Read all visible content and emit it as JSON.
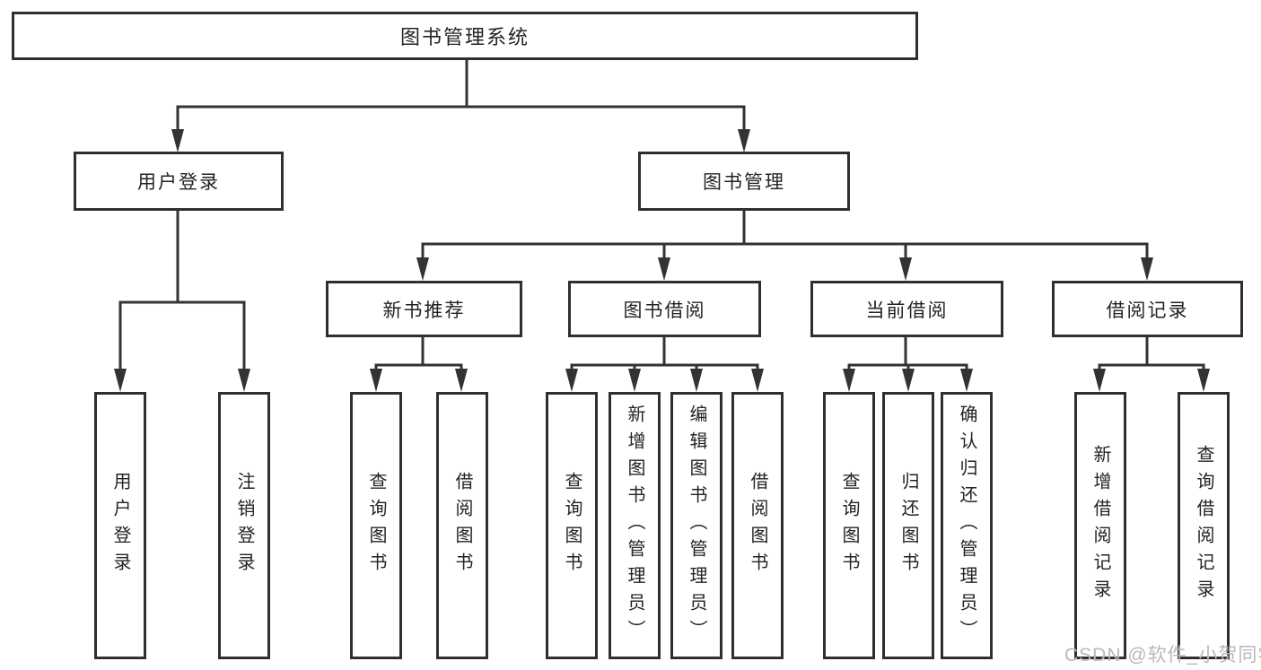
{
  "title": "图书管理系统",
  "level2": {
    "user_login": "用户登录",
    "book_mgmt": "图书管理"
  },
  "level3": {
    "new_books": "新书推荐",
    "book_borrow": "图书借阅",
    "current_borrow": "当前借阅",
    "borrow_records": "借阅记录"
  },
  "leaves": {
    "user_login": [
      "用户登录",
      "注销登录"
    ],
    "new_books": [
      "查询图书",
      "借阅图书"
    ],
    "book_borrow": [
      "查询图书",
      "新增图书（管理员）",
      "编辑图书（管理员）",
      "借阅图书"
    ],
    "current_borrow": [
      "查询图书",
      "归还图书",
      "确认归还（管理员）"
    ],
    "borrow_records": [
      "新增借阅记录",
      "查询借阅记录"
    ]
  },
  "watermark": "CSDN @软件_小贺同学",
  "colors": {
    "line": "#333333",
    "border": "#2f2f2f",
    "text": "#232323",
    "watermark": "#b9b9b9",
    "background": "#ffffff"
  }
}
